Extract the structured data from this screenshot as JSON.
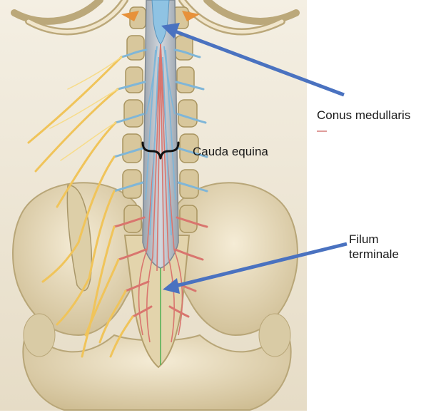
{
  "labels": {
    "conus_medullaris": "Conus medullaris",
    "cauda_equina": "Cauda equina",
    "filum_terminale_line1": "Filum",
    "filum_terminale_line2": "terminale"
  },
  "colors": {
    "arrow": "#4a72c0",
    "bone": "#e8dcc0",
    "bone_shadow": "#c9b98f",
    "background": "#efe7d6",
    "sensory_nerve": "#7fb6d8",
    "motor_nerve": "#d9756e",
    "plexus": "#f0c45a",
    "filum": "#4caf50",
    "accent_dash": "#d47a78"
  }
}
